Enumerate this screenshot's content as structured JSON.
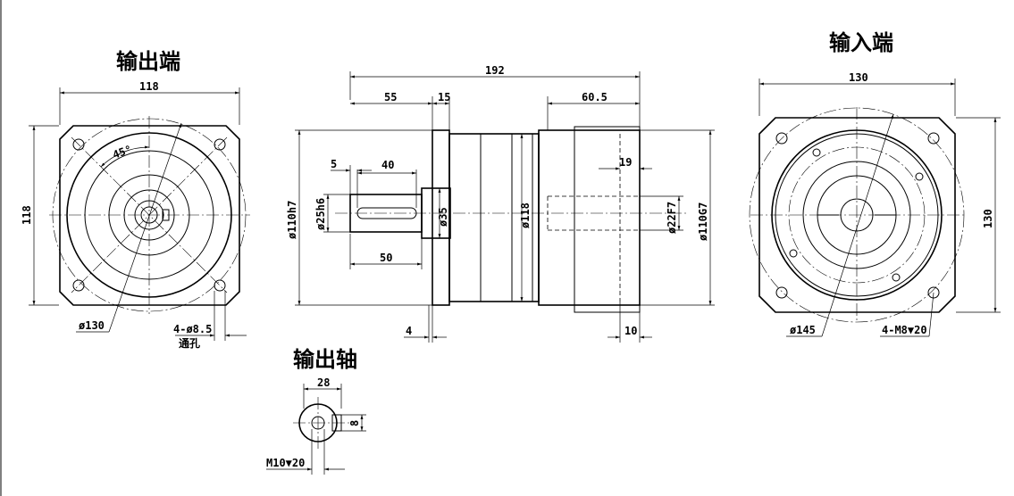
{
  "titles": {
    "output_end": "输出端",
    "input_end": "输入端",
    "output_shaft": "输出轴"
  },
  "output_view": {
    "width": "118",
    "height": "118",
    "angle": "45°",
    "pcd": "ø130",
    "hole": "4-ø8.5",
    "hole_note": "通孔"
  },
  "side_view": {
    "total_length": "192",
    "shaft_length": "55",
    "flange_thickness": "15",
    "input_length": "60.5",
    "key_offset": "5",
    "key_length": "40",
    "shaft_usable": "50",
    "pilot_dia": "ø110h7",
    "shaft_dia": "ø25h6",
    "hub_dia": "ø35",
    "body_dia": "ø118",
    "input_bore": "ø22F7",
    "input_pilot": "ø110G7",
    "bore_depth": "19",
    "pilot_depth": "4",
    "input_pilot_depth": "10"
  },
  "input_view": {
    "width": "130",
    "height": "130",
    "pcd": "ø145",
    "thread": "4-M8▼20"
  },
  "shaft_detail": {
    "key_height": "28",
    "key_width": "8",
    "center_thread": "M10▼20"
  }
}
